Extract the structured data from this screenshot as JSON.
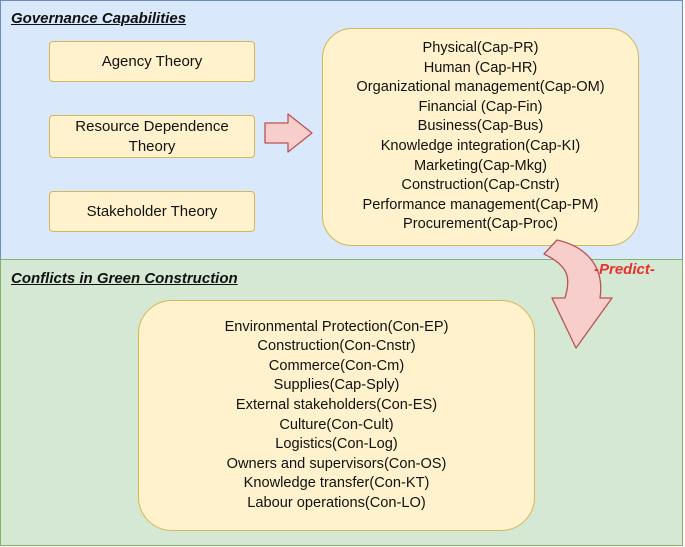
{
  "governance": {
    "title": "Governance Capabilities",
    "theories": [
      "Agency Theory",
      "Resource Dependence Theory",
      "Stakeholder Theory"
    ],
    "capabilities": [
      "Physical(Cap-PR)",
      "Human (Cap-HR)",
      "Organizational management(Cap-OM)",
      "Financial (Cap-Fin)",
      "Business(Cap-Bus)",
      "Knowledge integration(Cap-KI)",
      "Marketing(Cap-Mkg)",
      "Construction(Cap-Cnstr)",
      "Performance management(Cap-PM)",
      "Procurement(Cap-Proc)"
    ]
  },
  "conflicts": {
    "title": "Conflicts in Green Construction",
    "items": [
      "Environmental Protection(Con-EP)",
      "Construction(Con-Cnstr)",
      "Commerce(Con-Cm)",
      "Supplies(Cap-Sply)",
      "External stakeholders(Con-ES)",
      "Culture(Con-Cult)",
      "Logistics(Con-Log)",
      "Owners and supervisors(Con-OS)",
      "Knowledge transfer(Con-KT)",
      "Labour operations(Con-LO)"
    ]
  },
  "predict_label": "-Predict-",
  "colors": {
    "top_panel": "#dae8fc",
    "bottom_panel": "#d5e8d4",
    "box_fill": "#fff2cc",
    "box_border": "#d6b656",
    "arrow_fill": "#f8cecc",
    "arrow_border": "#b85450",
    "predict_text": "#e8312c"
  }
}
